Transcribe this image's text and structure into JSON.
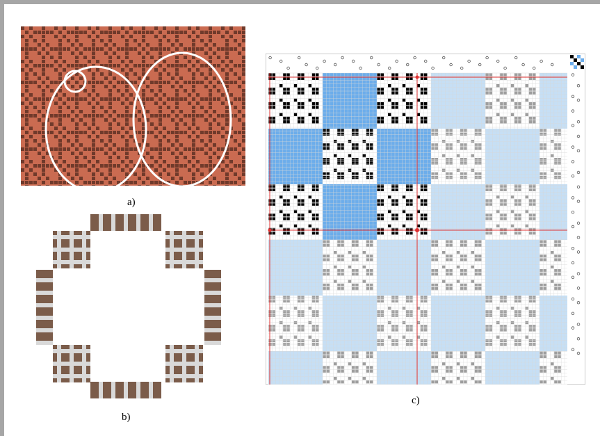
{
  "figure": {
    "captions": {
      "a": "a)",
      "b": "b)",
      "c": "c)"
    },
    "colors": {
      "fabric": "#c8694f",
      "fabric_dark": "#3b1c14",
      "brown": "#7b5c4a",
      "light_gray": "#d9d9d9",
      "blue_light": "#c6dff5",
      "blue_mid": "#6cadeb",
      "guide_red": "#e03030",
      "frame": "#a6a6a6"
    },
    "icons": [
      "circle-highlight",
      "weave-motif-ring",
      "drawdown-grid"
    ]
  }
}
